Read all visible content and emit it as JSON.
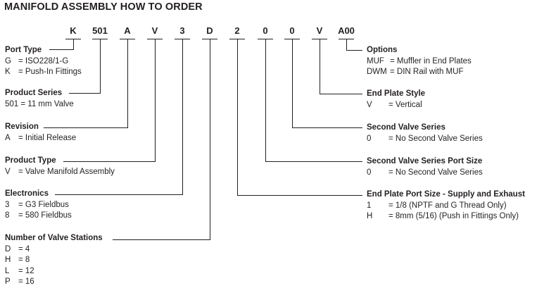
{
  "title": "MANIFOLD ASSEMBLY HOW TO ORDER",
  "codes": [
    "K",
    "501",
    "A",
    "V",
    "3",
    "D",
    "2",
    "0",
    "0",
    "V",
    "A00"
  ],
  "left": [
    {
      "heading": "Port Type",
      "rows": [
        {
          "k": "G",
          "v": "= ISO228/1-G"
        },
        {
          "k": "K",
          "v": "= Push-In Fittings"
        }
      ]
    },
    {
      "heading": "Product Series",
      "rows": [
        {
          "k": "",
          "v": "501 = 11 mm Valve"
        }
      ]
    },
    {
      "heading": "Revision",
      "rows": [
        {
          "k": "A",
          "v": "= Initial Release"
        }
      ]
    },
    {
      "heading": "Product Type",
      "rows": [
        {
          "k": "V",
          "v": "= Valve Manifold Assembly"
        }
      ]
    },
    {
      "heading": "Electronics",
      "rows": [
        {
          "k": "3",
          "v": "= G3 Fieldbus"
        },
        {
          "k": "8",
          "v": "= 580 Fieldbus"
        }
      ]
    },
    {
      "heading": "Number of Valve Stations",
      "rows": [
        {
          "k": "D",
          "v": "= 4"
        },
        {
          "k": "H",
          "v": "= 8"
        },
        {
          "k": "L",
          "v": "= 12"
        },
        {
          "k": "P",
          "v": "= 16"
        }
      ]
    }
  ],
  "right": [
    {
      "heading": "Options",
      "rows": [
        {
          "k": "MUF",
          "v": "= Muffler in End Plates"
        },
        {
          "k": "DWM",
          "v": "= DIN Rail with MUF"
        }
      ]
    },
    {
      "heading": "End Plate Style",
      "rows": [
        {
          "k": "V",
          "v": "= Vertical"
        }
      ]
    },
    {
      "heading": "Second Valve Series",
      "rows": [
        {
          "k": "0",
          "v": "= No Second Valve Series"
        }
      ]
    },
    {
      "heading": "Second Valve Series Port Size",
      "rows": [
        {
          "k": "0",
          "v": "= No Second Valve Series"
        }
      ]
    },
    {
      "heading": "End Plate Port Size - Supply and Exhaust",
      "rows": [
        {
          "k": "1",
          "v": "= 1/8 (NPTF and G Thread Only)"
        },
        {
          "k": "H",
          "v": "= 8mm (5/16) (Push in Fittings Only)"
        }
      ]
    }
  ]
}
